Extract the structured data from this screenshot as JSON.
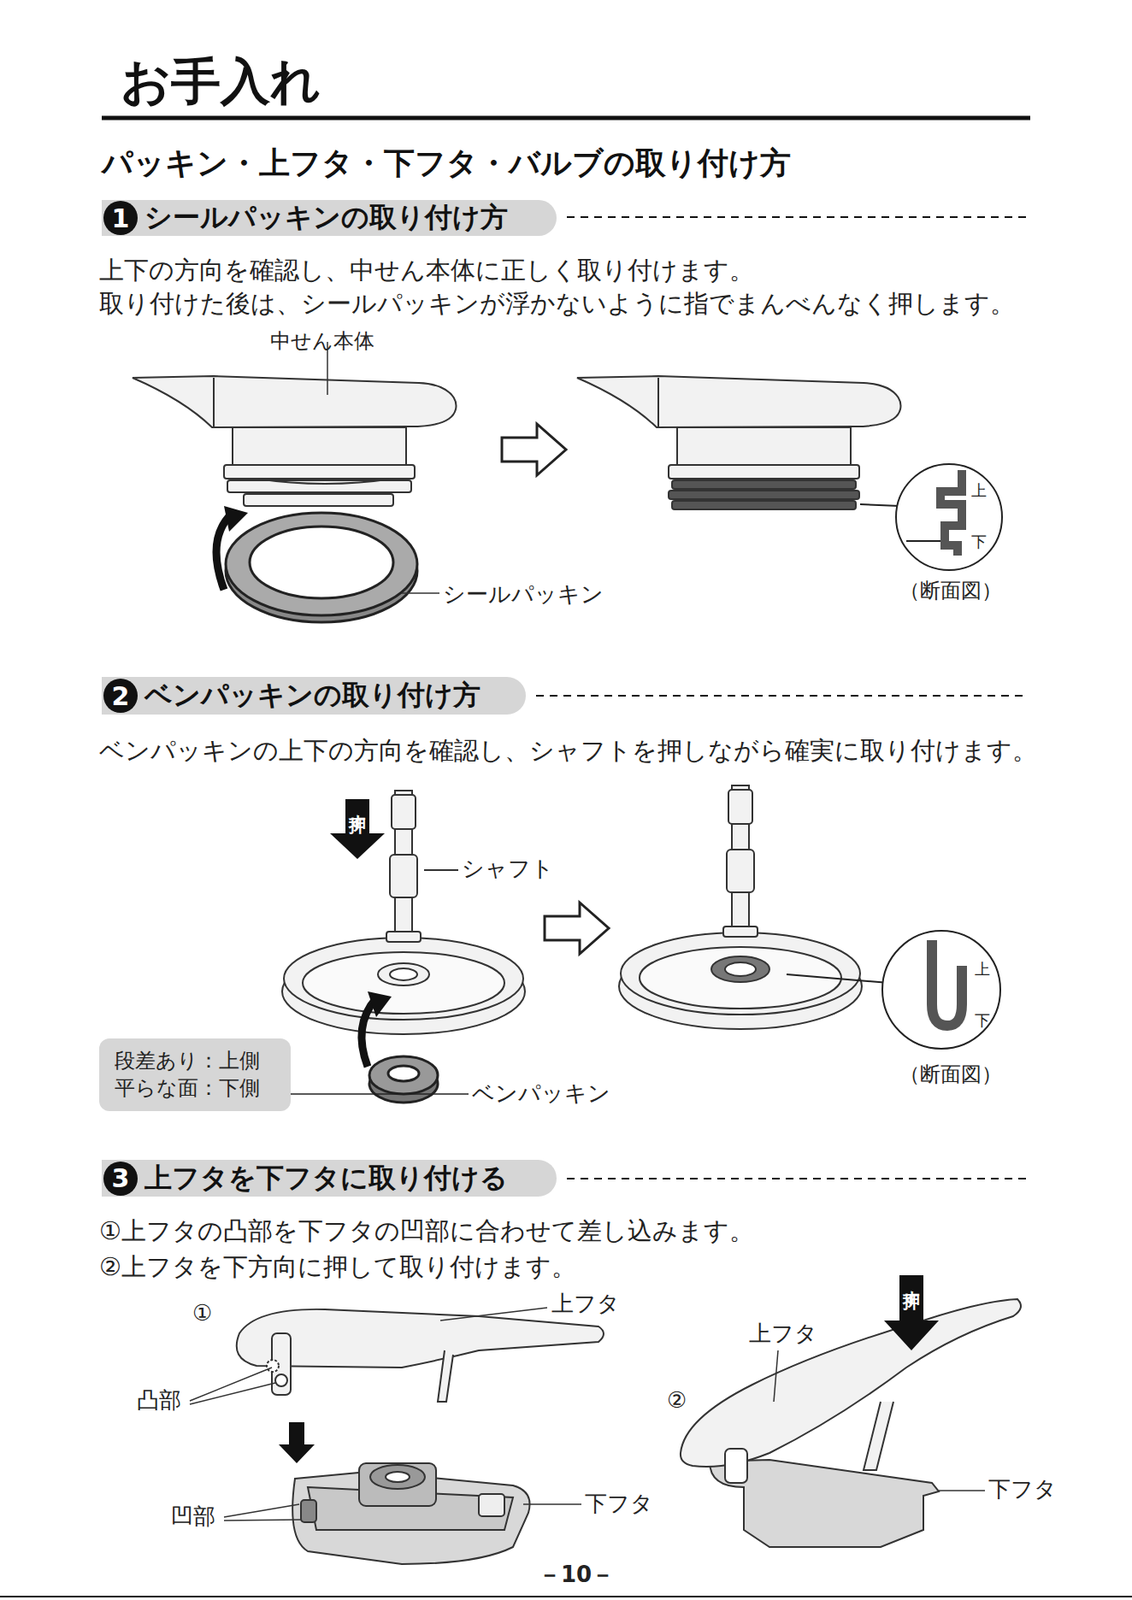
{
  "diagram": {
    "title": "お手入れ",
    "nodes": [
      {
        "text": [
          "1",
          "シールパッキンの取り付け方"
        ]
      },
      {
        "text": [
          "2",
          "ベンパッキンの取り付け方"
        ]
      },
      {
        "text": [
          "3",
          "上フタを下フタに取り付ける"
        ]
      },
      {
        "text": [
          "段差あり：上側 平らな面：下側"
        ]
      }
    ],
    "labels": [
      "パッキン・上フタ・下フタ・バルブの取り付け方",
      "上下の方向を確認し、中せん本体に正しく取り付けます。",
      "取り付けた後は、シールパッキンが浮かないように指でまんべんなく押します。",
      "中せん本体",
      "シールパッキン",
      "上",
      "下",
      "（断面図）",
      "ベンパッキンの上下の方向を確認し、シャフトを押しながら確実に取り付けます。",
      "押す",
      "シャフト",
      "上",
      "下",
      "（断面図）",
      "ベンパッキン",
      "①上フタの凸部を下フタの凹部に合わせて差し込みます。",
      "②上フタを下方向に押して取り付けます。",
      "①",
      "上フタ",
      "凸部",
      "凹部",
      "下フタ",
      "②",
      "押す",
      "上フタ",
      "下フタ",
      "－10－"
    ]
  }
}
